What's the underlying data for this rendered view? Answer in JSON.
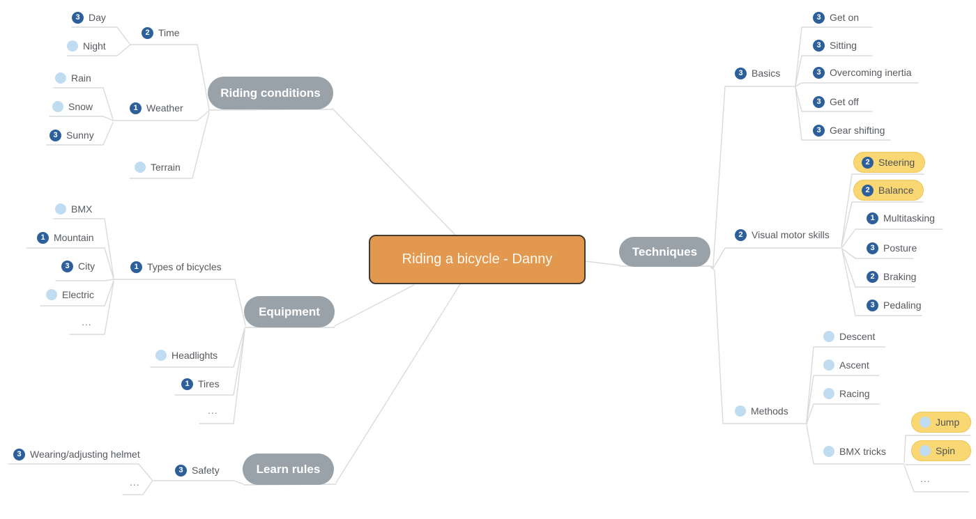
{
  "diagram": {
    "kind": "mind-map",
    "title": "Riding a bicycle - Danny"
  },
  "colors": {
    "center_fill": "#E2984F",
    "center_border": "#403B35",
    "branch_fill": "#98A2A8",
    "badge_fill": "#2D5F9B",
    "dot_fill": "#BFDCF1",
    "highlight_fill": "#F9D873",
    "highlight_border": "#ECC557",
    "line": "#D9DADB",
    "label_text": "#55595E"
  },
  "nodes": [
    {
      "id": "center",
      "kind": "center",
      "label": "Riding a bicycle - Danny",
      "badge": null,
      "parent": null,
      "highlighted": false
    },
    {
      "id": "riding-conditions",
      "kind": "branch",
      "label": "Riding conditions",
      "badge": null,
      "parent": "center",
      "highlighted": false
    },
    {
      "id": "time",
      "kind": "item",
      "label": "Time",
      "badge": "2",
      "parent": "riding-conditions",
      "highlighted": false
    },
    {
      "id": "day",
      "kind": "item",
      "label": "Day",
      "badge": "3",
      "parent": "time",
      "highlighted": false
    },
    {
      "id": "night",
      "kind": "item",
      "label": "Night",
      "badge": "dot",
      "parent": "time",
      "highlighted": false
    },
    {
      "id": "weather",
      "kind": "item",
      "label": "Weather",
      "badge": "1",
      "parent": "riding-conditions",
      "highlighted": false
    },
    {
      "id": "rain",
      "kind": "item",
      "label": "Rain",
      "badge": "dot",
      "parent": "weather",
      "highlighted": false
    },
    {
      "id": "snow",
      "kind": "item",
      "label": "Snow",
      "badge": "dot",
      "parent": "weather",
      "highlighted": false
    },
    {
      "id": "sunny",
      "kind": "item",
      "label": "Sunny",
      "badge": "3",
      "parent": "weather",
      "highlighted": false
    },
    {
      "id": "terrain",
      "kind": "item",
      "label": "Terrain",
      "badge": "dot",
      "parent": "riding-conditions",
      "highlighted": false
    },
    {
      "id": "equipment",
      "kind": "branch",
      "label": "Equipment",
      "badge": null,
      "parent": "center",
      "highlighted": false
    },
    {
      "id": "types-of-bicycles",
      "kind": "item",
      "label": "Types of bicycles",
      "badge": "1",
      "parent": "equipment",
      "highlighted": false
    },
    {
      "id": "bmx",
      "kind": "item",
      "label": "BMX",
      "badge": "dot",
      "parent": "types-of-bicycles",
      "highlighted": false
    },
    {
      "id": "mountain",
      "kind": "item",
      "label": "Mountain",
      "badge": "1",
      "parent": "types-of-bicycles",
      "highlighted": false
    },
    {
      "id": "city",
      "kind": "item",
      "label": "City",
      "badge": "3",
      "parent": "types-of-bicycles",
      "highlighted": false
    },
    {
      "id": "electric",
      "kind": "item",
      "label": "Electric",
      "badge": "dot",
      "parent": "types-of-bicycles",
      "highlighted": false
    },
    {
      "id": "more-bicycle-types",
      "kind": "ellipsis",
      "label": "...",
      "badge": null,
      "parent": "types-of-bicycles",
      "highlighted": false
    },
    {
      "id": "headlights",
      "kind": "item",
      "label": "Headlights",
      "badge": "dot",
      "parent": "equipment",
      "highlighted": false
    },
    {
      "id": "tires",
      "kind": "item",
      "label": "Tires",
      "badge": "1",
      "parent": "equipment",
      "highlighted": false
    },
    {
      "id": "more-equipment",
      "kind": "ellipsis",
      "label": "...",
      "badge": null,
      "parent": "equipment",
      "highlighted": false
    },
    {
      "id": "learn-rules",
      "kind": "branch",
      "label": "Learn rules",
      "badge": null,
      "parent": "center",
      "highlighted": false
    },
    {
      "id": "safety",
      "kind": "item",
      "label": "Safety",
      "badge": "3",
      "parent": "learn-rules",
      "highlighted": false
    },
    {
      "id": "wearing-adjusting-helmet",
      "kind": "item",
      "label": "Wearing/adjusting helmet",
      "badge": "3",
      "parent": "safety",
      "highlighted": false
    },
    {
      "id": "more-safety",
      "kind": "ellipsis",
      "label": "...",
      "badge": null,
      "parent": "safety",
      "highlighted": false
    },
    {
      "id": "techniques",
      "kind": "branch",
      "label": "Techniques",
      "badge": null,
      "parent": "center",
      "highlighted": false
    },
    {
      "id": "basics",
      "kind": "item",
      "label": "Basics",
      "badge": "3",
      "parent": "techniques",
      "highlighted": false
    },
    {
      "id": "get-on",
      "kind": "item",
      "label": "Get on",
      "badge": "3",
      "parent": "basics",
      "highlighted": false
    },
    {
      "id": "sitting",
      "kind": "item",
      "label": "Sitting",
      "badge": "3",
      "parent": "basics",
      "highlighted": false
    },
    {
      "id": "overcoming-inertia",
      "kind": "item",
      "label": "Overcoming inertia",
      "badge": "3",
      "parent": "basics",
      "highlighted": false
    },
    {
      "id": "get-off",
      "kind": "item",
      "label": "Get off",
      "badge": "3",
      "parent": "basics",
      "highlighted": false
    },
    {
      "id": "gear-shifting",
      "kind": "item",
      "label": "Gear shifting",
      "badge": "3",
      "parent": "basics",
      "highlighted": false
    },
    {
      "id": "visual-motor-skills",
      "kind": "item",
      "label": "Visual motor skills",
      "badge": "2",
      "parent": "techniques",
      "highlighted": false
    },
    {
      "id": "steering",
      "kind": "highlight",
      "label": "Steering",
      "badge": "2",
      "parent": "visual-motor-skills",
      "highlighted": true
    },
    {
      "id": "balance",
      "kind": "highlight",
      "label": "Balance",
      "badge": "2",
      "parent": "visual-motor-skills",
      "highlighted": true
    },
    {
      "id": "multitasking",
      "kind": "item",
      "label": "Multitasking",
      "badge": "1",
      "parent": "visual-motor-skills",
      "highlighted": false
    },
    {
      "id": "posture",
      "kind": "item",
      "label": "Posture",
      "badge": "3",
      "parent": "visual-motor-skills",
      "highlighted": false
    },
    {
      "id": "braking",
      "kind": "item",
      "label": "Braking",
      "badge": "2",
      "parent": "visual-motor-skills",
      "highlighted": false
    },
    {
      "id": "pedaling",
      "kind": "item",
      "label": "Pedaling",
      "badge": "3",
      "parent": "visual-motor-skills",
      "highlighted": false
    },
    {
      "id": "methods",
      "kind": "item",
      "label": "Methods",
      "badge": "dot",
      "parent": "techniques",
      "highlighted": false
    },
    {
      "id": "descent",
      "kind": "item",
      "label": "Descent",
      "badge": "dot",
      "parent": "methods",
      "highlighted": false
    },
    {
      "id": "ascent",
      "kind": "item",
      "label": "Ascent",
      "badge": "dot",
      "parent": "methods",
      "highlighted": false
    },
    {
      "id": "racing",
      "kind": "item",
      "label": "Racing",
      "badge": "dot",
      "parent": "methods",
      "highlighted": false
    },
    {
      "id": "bmx-tricks",
      "kind": "item",
      "label": "BMX tricks",
      "badge": "dot",
      "parent": "methods",
      "highlighted": false
    },
    {
      "id": "jump",
      "kind": "highlight",
      "label": "Jump",
      "badge": "dot",
      "parent": "bmx-tricks",
      "highlighted": true
    },
    {
      "id": "spin",
      "kind": "highlight",
      "label": "Spin",
      "badge": "dot",
      "parent": "bmx-tricks",
      "highlighted": true
    },
    {
      "id": "more-bmx-tricks",
      "kind": "ellipsis",
      "label": "...",
      "badge": null,
      "parent": "bmx-tricks",
      "highlighted": false
    }
  ]
}
